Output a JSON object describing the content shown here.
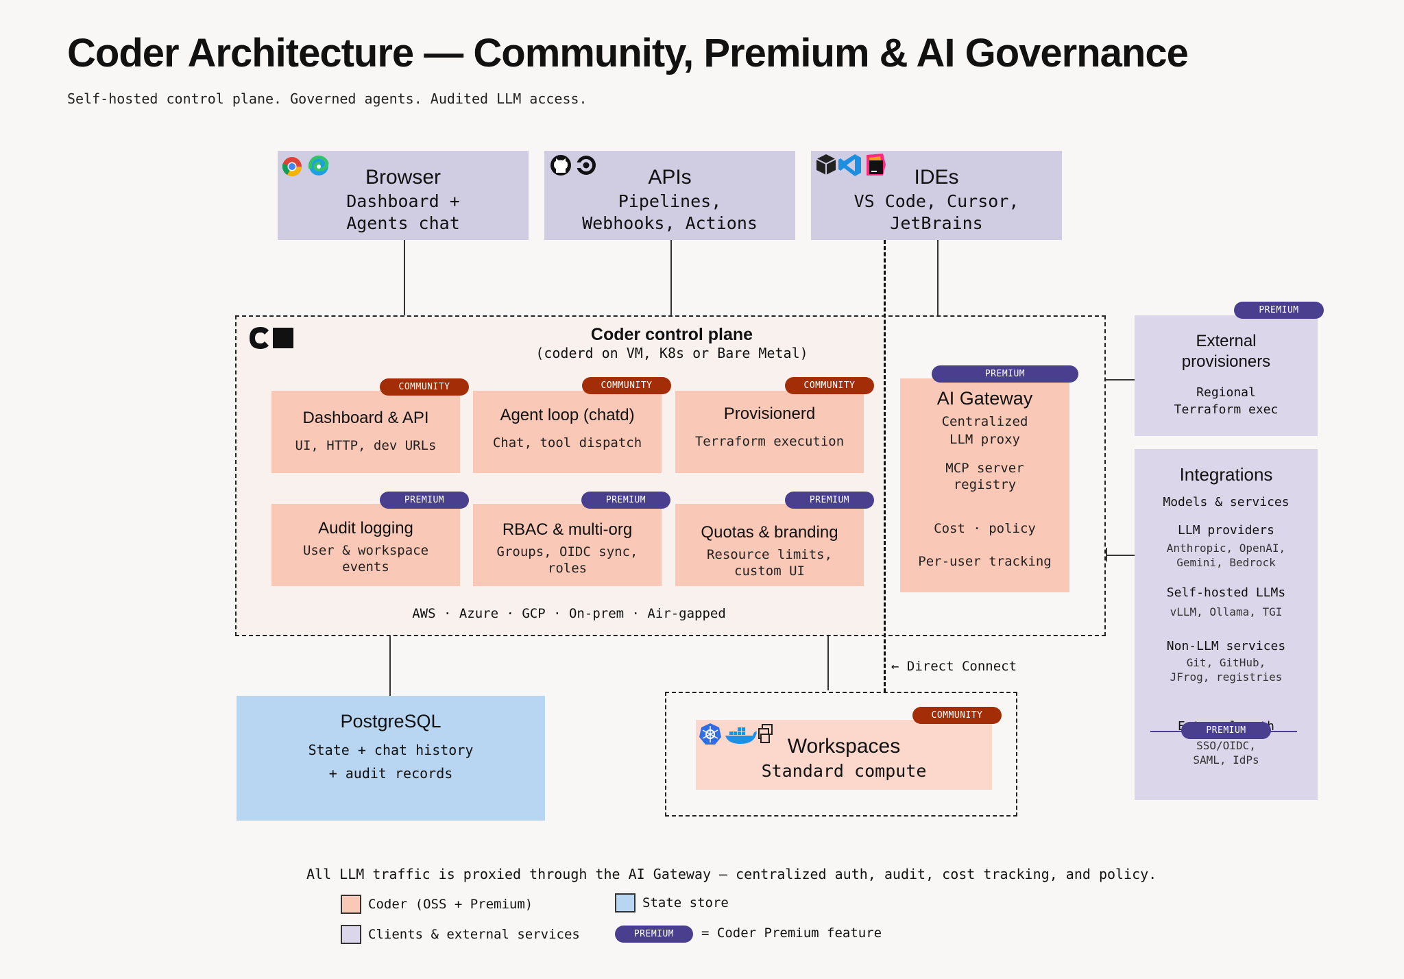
{
  "title": "Coder  Architecture — Community, Premium & AI Governance",
  "subtitle": "Self-hosted control plane. Governed agents. Audited LLM access.",
  "clients": {
    "browser": {
      "title": "Browser",
      "line1": "Dashboard +",
      "line2": "Agents chat"
    },
    "apis": {
      "title": "APIs",
      "line1": "Pipelines,",
      "line2": "Webhooks, Actions"
    },
    "ides": {
      "title": "IDEs",
      "line1": "VS Code, Cursor,",
      "line2": "JetBrains"
    }
  },
  "control_plane": {
    "logo": "C",
    "title": "Coder control plane",
    "subtitle": "(coderd on VM, K8s or Bare Metal)",
    "footer": "AWS · Azure · GCP · On-prem · Air-gapped",
    "components": [
      {
        "title": "Dashboard & API",
        "desc1": "UI, HTTP, dev URLs",
        "desc2": "",
        "badge": "COMMUNITY"
      },
      {
        "title": "Agent loop (chatd)",
        "desc1": "Chat, tool dispatch",
        "desc2": "",
        "badge": "COMMUNITY"
      },
      {
        "title": "Provisionerd",
        "desc1": "Terraform execution",
        "desc2": "",
        "badge": "COMMUNITY"
      },
      {
        "title": "Audit logging",
        "desc1": "User & workspace",
        "desc2": "events",
        "badge": "PREMIUM"
      },
      {
        "title": "RBAC & multi-org",
        "desc1": "Groups, OIDC sync,",
        "desc2": "roles",
        "badge": "PREMIUM"
      },
      {
        "title": "Quotas & branding",
        "desc1": "Resource limits,",
        "desc2": "custom UI",
        "badge": "PREMIUM"
      }
    ]
  },
  "ai_gateway": {
    "badge": "PREMIUM",
    "title": "AI Gateway",
    "line1": "Centralized",
    "line2": "LLM proxy",
    "line3": "MCP server",
    "line4": "registry",
    "line5": "Cost · policy",
    "line6": "Per-user tracking"
  },
  "external_provisioners": {
    "badge": "PREMIUM",
    "title1": "External",
    "title2": "provisioners",
    "line1": "Regional",
    "line2": "Terraform exec"
  },
  "integrations": {
    "title": "Integrations",
    "subtitle": "Models & services",
    "sections": [
      {
        "title": "LLM providers",
        "line1": "Anthropic, OpenAI,",
        "line2": "Gemini, Bedrock"
      },
      {
        "title": "Self-hosted LLMs",
        "line1": "vLLM, Ollama, TGI",
        "line2": ""
      },
      {
        "title": "Non-LLM services",
        "line1": "Git, GitHub,",
        "line2": "JFrog, registries"
      }
    ],
    "auth_badge": "PREMIUM",
    "auth_title": "External auth",
    "auth_line1": "SSO/OIDC,",
    "auth_line2": "SAML, IdPs"
  },
  "postgres": {
    "title": "PostgreSQL",
    "line1": "State + chat history",
    "line2": "+ audit records"
  },
  "direct_connect": "← Direct Connect",
  "workspaces": {
    "badge": "COMMUNITY",
    "title": "Workspaces",
    "subtitle": "Standard compute"
  },
  "footnote": "All LLM traffic is proxied through the AI Gateway — centralized auth, audit, cost tracking, and policy.",
  "legend": {
    "coder": "Coder (OSS + Premium)",
    "state": "State store",
    "clients": "Clients & external services",
    "premium_badge": "PREMIUM",
    "premium_text": "= Coder Premium feature"
  },
  "colors": {
    "coral": "#fac8b6",
    "lavender": "#d0cde3",
    "light_lavender": "#dbd6ea",
    "blue": "#b8d6f2",
    "community": "#a32d06",
    "premium": "#4a3e8e"
  },
  "icons": [
    "chrome-icon",
    "edge-icon",
    "github-icon",
    "circleci-icon",
    "cube-icon",
    "vscode-icon",
    "jetbrains-icon",
    "kubernetes-icon",
    "docker-icon",
    "vm-icon"
  ]
}
